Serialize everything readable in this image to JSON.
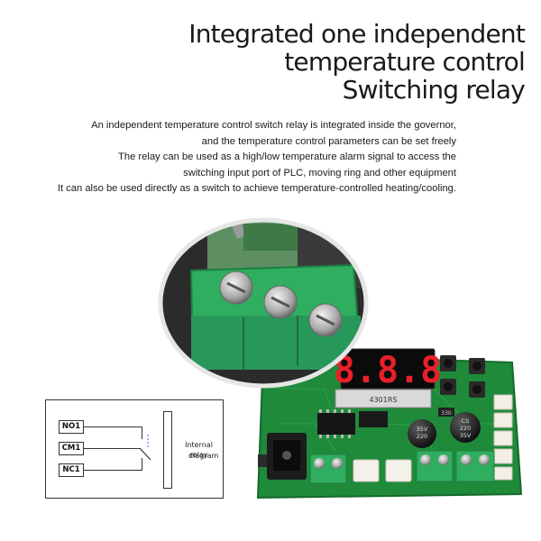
{
  "title_lines": [
    "Integrated one independent",
    "temperature control",
    "Switching relay"
  ],
  "description_lines": [
    "An independent temperature control switch relay is integrated inside the governor,",
    "and the temperature control parameters can be set freely",
    "The relay can be used as a high/low temperature alarm signal to access the",
    "switching input port of PLC, moving ring and other equipment",
    "It can also be used directly as a switch to achieve temperature-controlled heating/cooling."
  ],
  "diagram": {
    "terminals": [
      "NO1",
      "CM1",
      "NC1"
    ],
    "label_line1": "Internal relay",
    "label_line2": "diagram"
  },
  "board": {
    "display_digits": "8.8.8",
    "relay_marking": "4301RS",
    "capacitor_left": "35V\n220",
    "capacitor_right": "CS\n220\n35V",
    "smd_code": "330"
  },
  "colors": {
    "pcb": "#1f8a3a",
    "terminal_green": "#2fae5f",
    "display_red": "#e8202a",
    "background": "#ffffff"
  }
}
